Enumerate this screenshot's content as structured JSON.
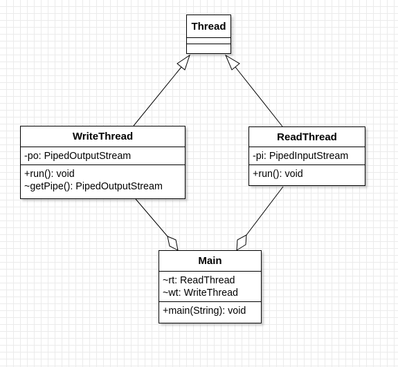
{
  "classes": {
    "thread": {
      "name": "Thread",
      "attributes": [],
      "methods": []
    },
    "write_thread": {
      "name": "WriteThread",
      "attributes": [
        "-po: PipedOutputStream"
      ],
      "methods": [
        "+run(): void",
        "~getPipe(): PipedOutputStream"
      ]
    },
    "read_thread": {
      "name": "ReadThread",
      "attributes": [
        "-pi: PipedInputStream"
      ],
      "methods": [
        "+run(): void"
      ]
    },
    "main": {
      "name": "Main",
      "attributes": [
        "~rt: ReadThread",
        "~wt: WriteThread"
      ],
      "methods": [
        "+main(String): void"
      ]
    }
  },
  "relationships": [
    {
      "type": "generalization",
      "from": "WriteThread",
      "to": "Thread"
    },
    {
      "type": "generalization",
      "from": "ReadThread",
      "to": "Thread"
    },
    {
      "type": "aggregation",
      "whole": "Main",
      "part": "WriteThread"
    },
    {
      "type": "aggregation",
      "whole": "Main",
      "part": "ReadThread"
    }
  ]
}
